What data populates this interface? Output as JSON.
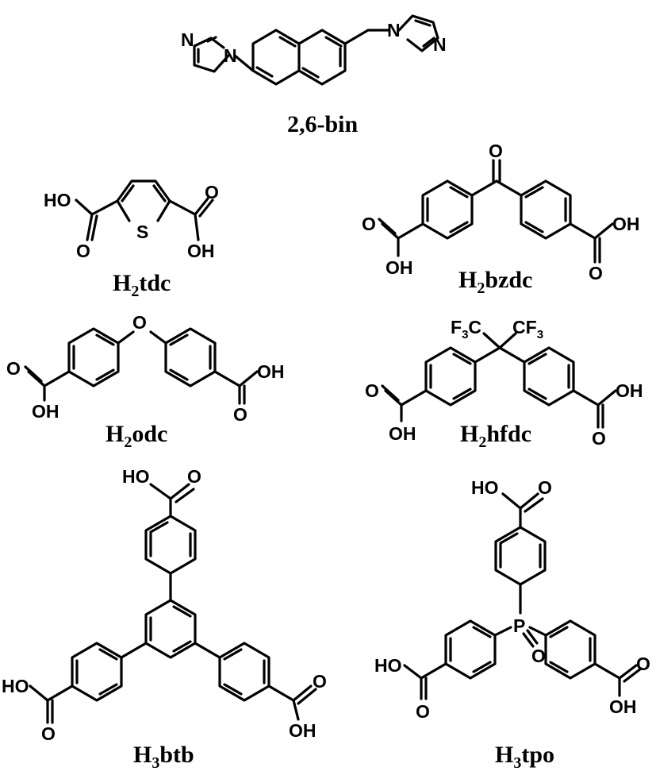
{
  "atoms": {
    "N": "N",
    "O": "O",
    "S": "S",
    "P": "P",
    "HO": "HO",
    "OH": "OH",
    "F3C": "F",
    "C": "C",
    "F": "F",
    "sub3": "3"
  },
  "compounds": [
    {
      "id": "bin",
      "label": "2,6-bin",
      "prefix": "",
      "sub": "",
      "suffix": ""
    },
    {
      "id": "tdc",
      "label": "",
      "prefix": "H",
      "sub": "2",
      "suffix": "tdc"
    },
    {
      "id": "bzdc",
      "label": "",
      "prefix": "H",
      "sub": "2",
      "suffix": "bzdc"
    },
    {
      "id": "odc",
      "label": "",
      "prefix": "H",
      "sub": "2",
      "suffix": "odc"
    },
    {
      "id": "hfdc",
      "label": "",
      "prefix": "H",
      "sub": "2",
      "suffix": "hfdc"
    },
    {
      "id": "btb",
      "label": "",
      "prefix": "H",
      "sub": "3",
      "suffix": "btb"
    },
    {
      "id": "tpo",
      "label": "",
      "prefix": "H",
      "sub": "3",
      "suffix": "tpo"
    }
  ]
}
